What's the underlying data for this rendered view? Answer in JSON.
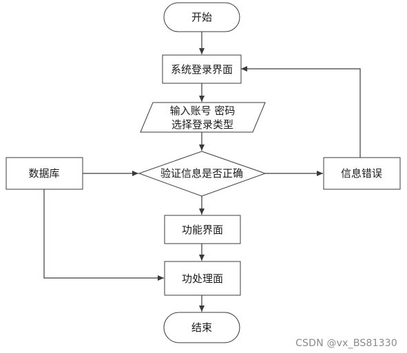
{
  "diagram": {
    "nodes": {
      "start": "开始",
      "login_screen": "系统登录界面",
      "input_line1": "输入账号 密码",
      "input_line2": "选择登录类型",
      "verify": "验证信息是否正确",
      "database": "数据库",
      "info_error": "信息错误",
      "function_screen": "功能界面",
      "process_screen": "功处理面",
      "end": "结束"
    }
  },
  "watermark": "CSDN @vx_BS81330"
}
